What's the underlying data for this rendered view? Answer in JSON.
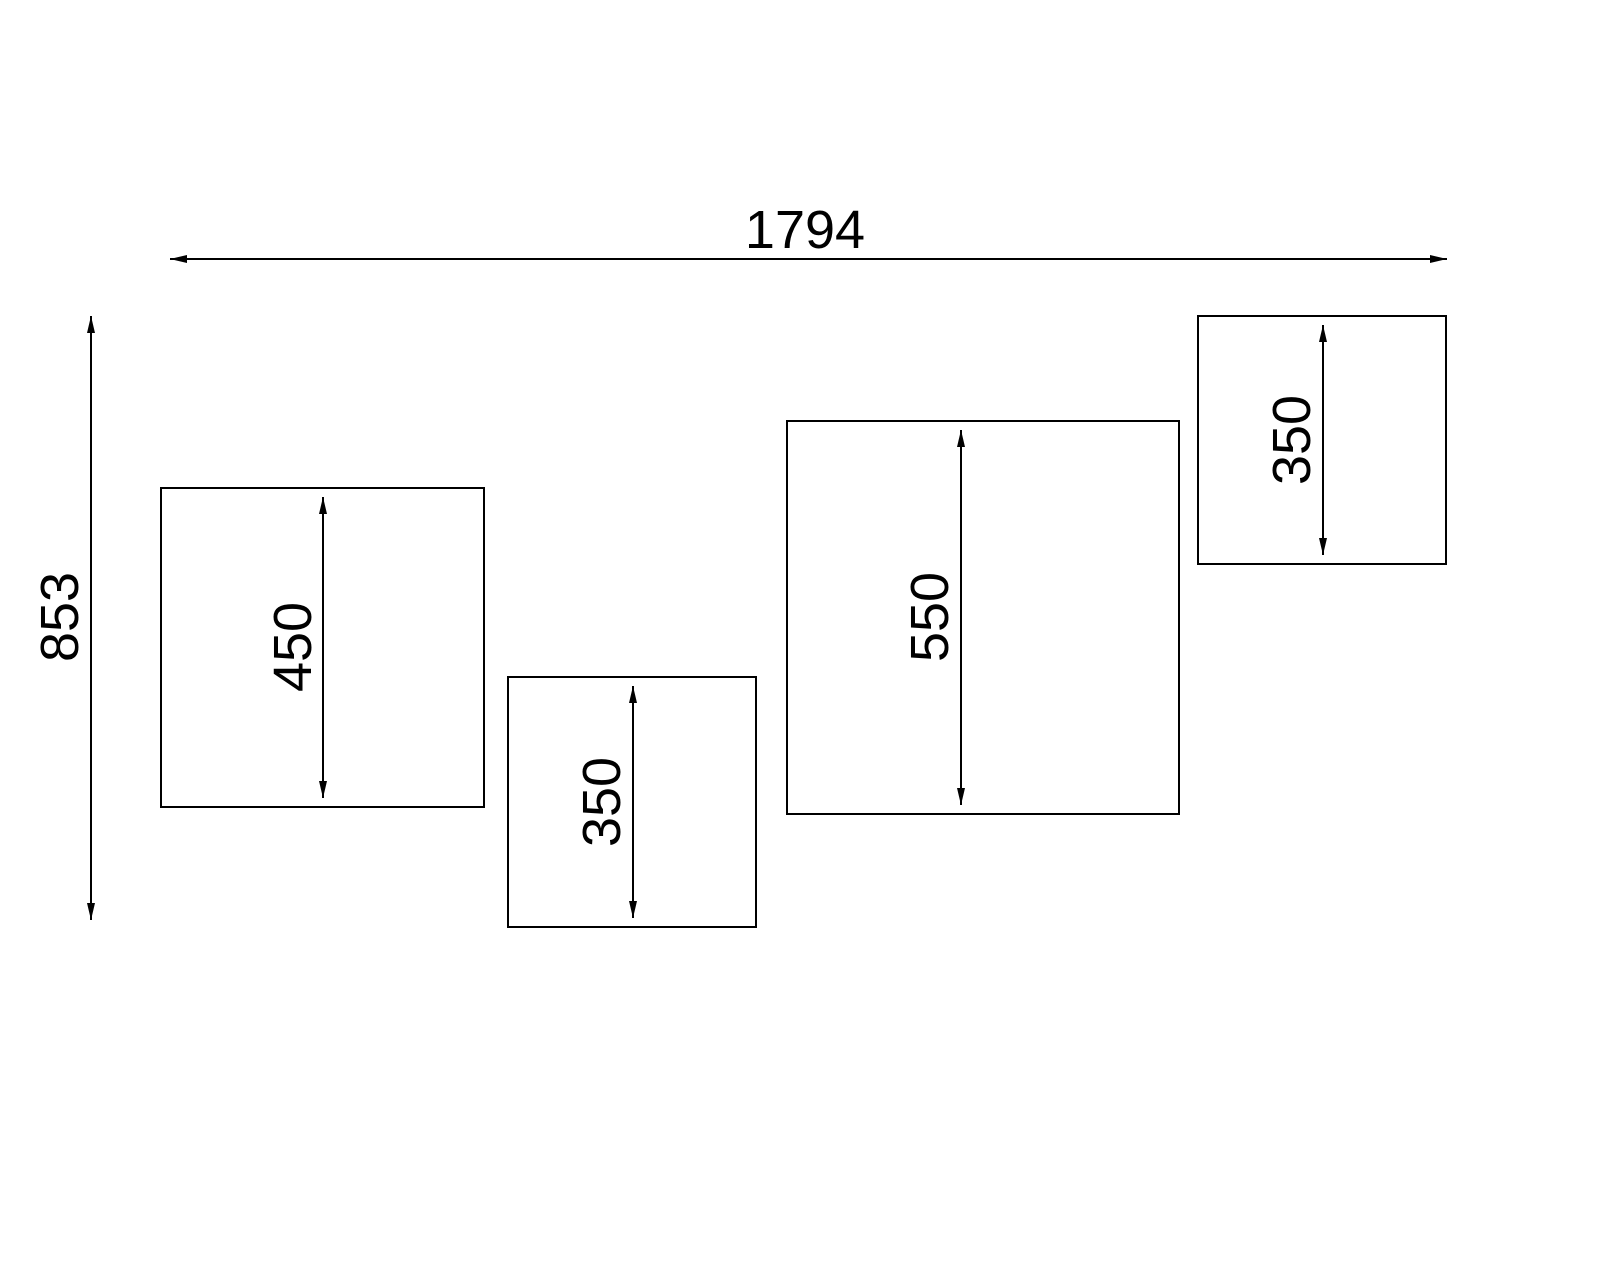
{
  "drawing": {
    "overall": {
      "width_label": "1794",
      "height_label": "853"
    },
    "boxes": [
      {
        "height_label": "450"
      },
      {
        "height_label": "350"
      },
      {
        "height_label": "550"
      },
      {
        "height_label": "350"
      }
    ]
  }
}
